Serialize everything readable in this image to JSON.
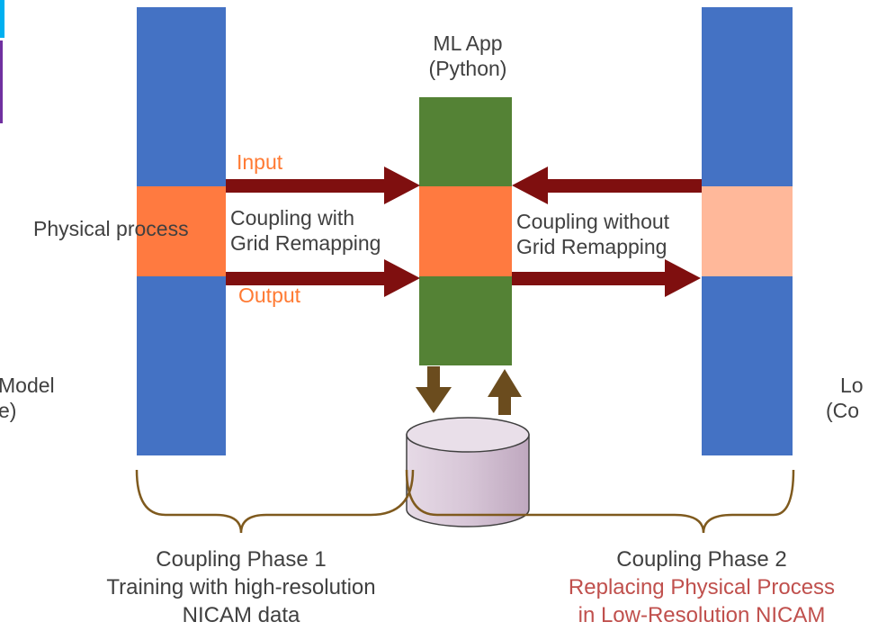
{
  "labels": {
    "physical_process": "Physical process",
    "ml_app_line1": "ML App",
    "ml_app_line2": "(Python)",
    "input": "Input",
    "output": "Output",
    "coupling_with_line1": "Coupling with",
    "coupling_with_line2": "Grid Remapping",
    "coupling_without_line1": "Coupling without",
    "coupling_without_line2": "Grid Remapping",
    "left_model_line1": "Model",
    "left_model_line2": "e)",
    "right_model_line1": "Lo",
    "right_model_line2": "(Co"
  },
  "phases": [
    {
      "line1": "Coupling Phase 1",
      "line2": "Training with high-resolution",
      "line3": "NICAM data"
    },
    {
      "line1": "Coupling Phase 2",
      "line2": "Replacing Physical Process",
      "line3": "in Low-Resolution NICAM"
    }
  ],
  "colors": {
    "model_blue": "#4472c4",
    "physics_orange": "#ff7a40",
    "physics_light": "#ffb89a",
    "ml_green": "#548235",
    "arrow_red": "#7f0f0f",
    "arrow_brown": "#6b4c1e",
    "brace": "#7f5a1e",
    "text": "#404040",
    "accent_orange": "#ff7a33"
  }
}
